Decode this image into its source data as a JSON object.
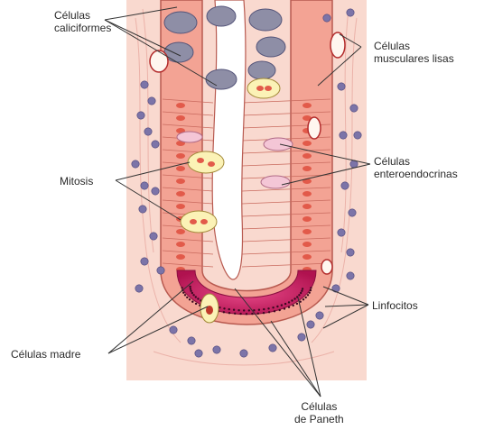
{
  "labels": {
    "caliciformes": "Células\ncaliciformes",
    "musculares": "Células\nmusculares lisas",
    "enteroendocrinas": "Células\nenteroendocrinas",
    "mitosis": "Mitosis",
    "linfocitos": "Linfocitos",
    "madre": "Células madre",
    "paneth": "Células\nde Paneth"
  },
  "colors": {
    "background": "#ffffff",
    "lamina_propria": "#f9d9cf",
    "epithelium": "#f3a394",
    "cell_border": "#c96a5e",
    "goblet": "#8e8ea6",
    "lumen": "#ffffff",
    "mitosis_cell": "#fbf2b6",
    "paneth": "#c2185b",
    "enteroendocrine": "#f4c6d6",
    "lymphocyte": "#7c74a8",
    "leader_line": "#333333"
  }
}
